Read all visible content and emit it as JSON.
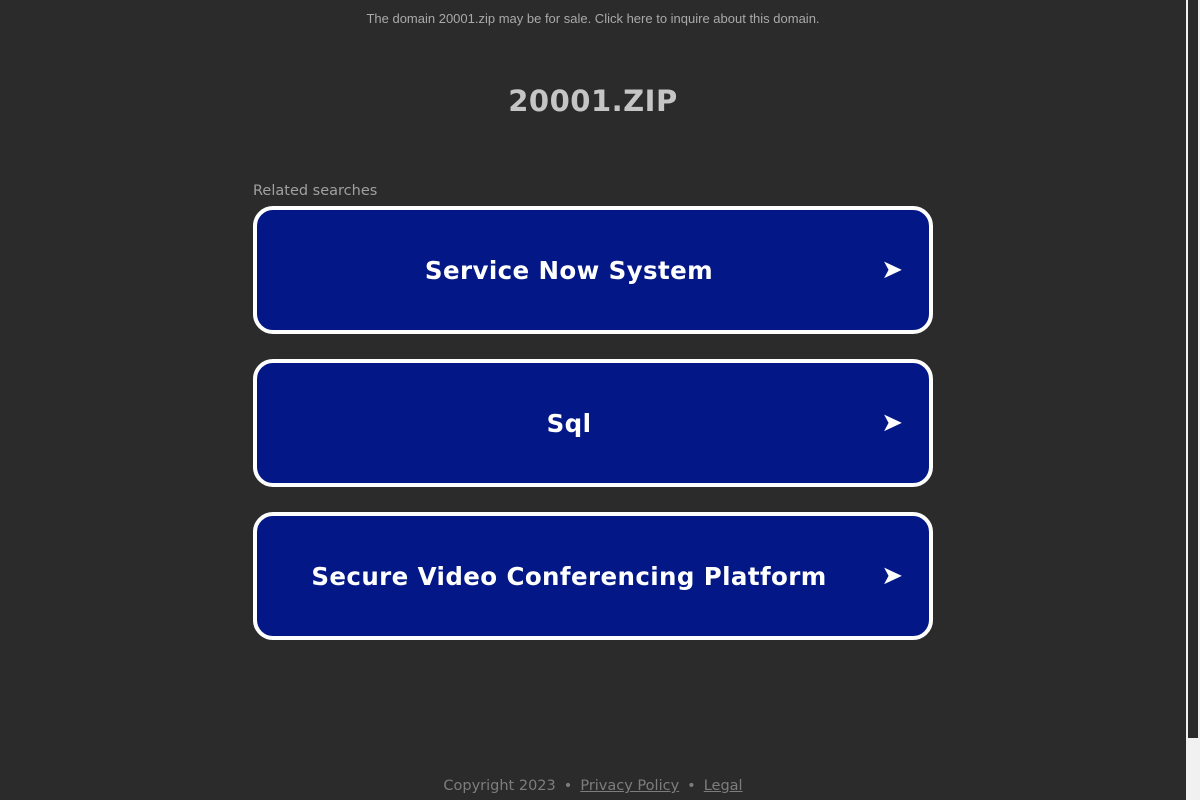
{
  "banner": {
    "text": "The domain 20001.zip may be for sale. Click here to inquire about this domain."
  },
  "domain": {
    "title": "20001.ZIP"
  },
  "related": {
    "label": "Related searches",
    "items": [
      {
        "label": "Service Now System",
        "arrow": "➤"
      },
      {
        "label": "Sql",
        "arrow": "➤"
      },
      {
        "label": "Secure Video Conferencing Platform",
        "arrow": "➤"
      }
    ]
  },
  "footer": {
    "copyright": "Copyright 2023",
    "separator": "•",
    "privacy_label": "Privacy Policy",
    "legal_label": "Legal"
  },
  "colors": {
    "background": "#2b2b2b",
    "card_background": "#031886",
    "card_border": "#ffffff"
  }
}
